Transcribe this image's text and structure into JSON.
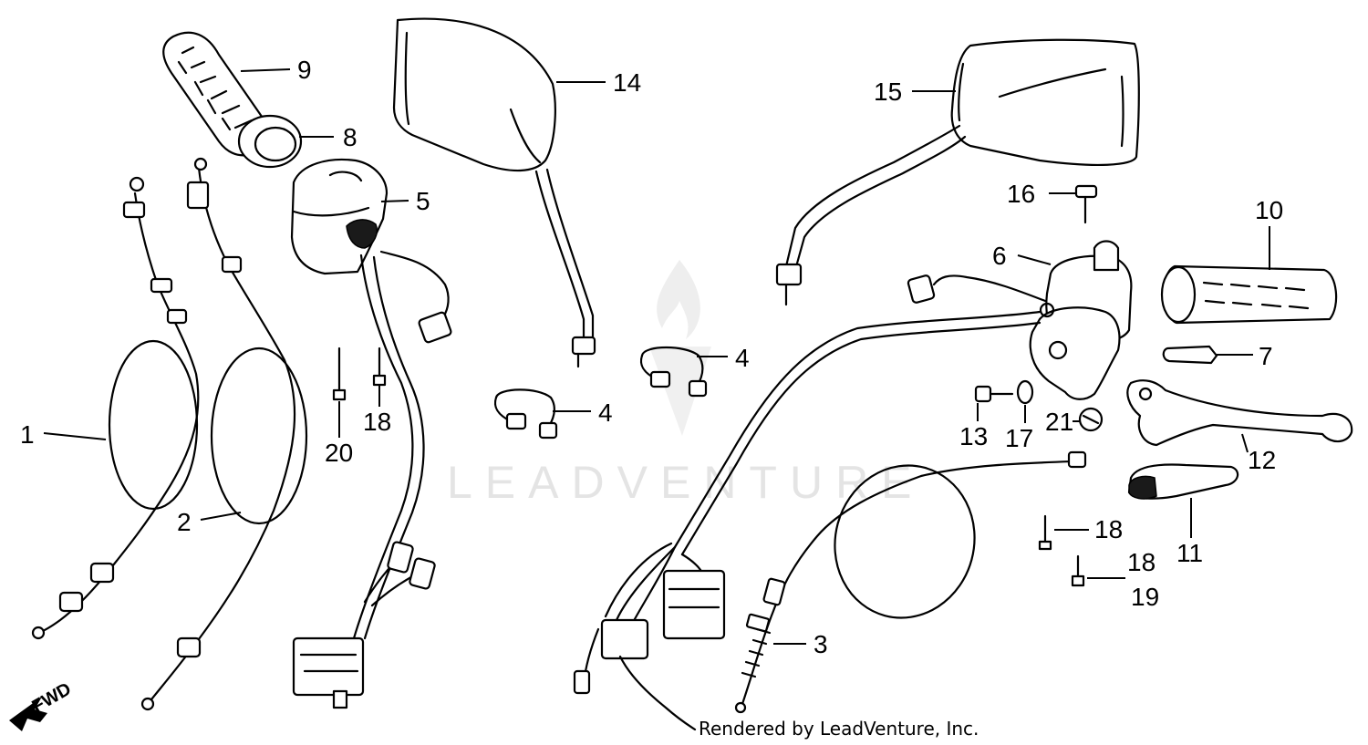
{
  "watermark": {
    "text": "LEADVENTURE"
  },
  "footer": {
    "credit": "Rendered by LeadVenture, Inc."
  },
  "direction_marker": {
    "label": "FWD",
    "icon": "arrow-left-down-icon"
  },
  "callouts": {
    "c1": "1",
    "c2": "2",
    "c3": "3",
    "c4a": "4",
    "c4b": "4",
    "c5": "5",
    "c6": "6",
    "c7": "7",
    "c8": "8",
    "c9": "9",
    "c10": "10",
    "c11": "11",
    "c12": "12",
    "c13": "13",
    "c14": "14",
    "c15": "15",
    "c16": "16",
    "c17": "17",
    "c18a": "18",
    "c18b": "18",
    "c18c": "18",
    "c19": "19",
    "c20": "20",
    "c21": "21"
  }
}
